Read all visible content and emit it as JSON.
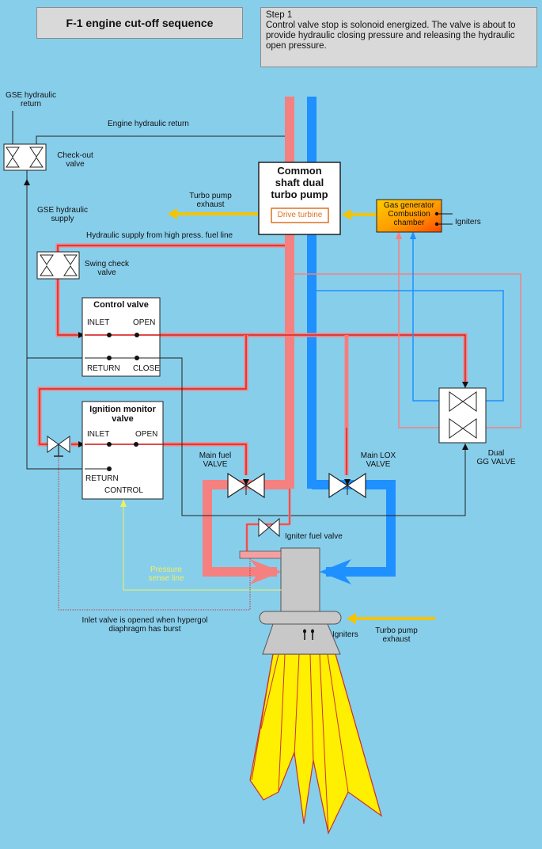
{
  "title": "F-1 engine cut-off sequence",
  "step": {
    "heading": "Step 1",
    "text": "Control valve stop is solonoid energized. The valve is about to provide hydraulic closing pressure and releasing the hydraulic open pressure."
  },
  "turbo_pump": {
    "label_line1": "Common",
    "label_line2": "shaft dual",
    "label_line3": "turbo pump",
    "drive_turbine": "Drive turbine"
  },
  "gas_generator": {
    "line1": "Gas generator",
    "line2": "Combustion",
    "line3": "chamber",
    "igniters": "Igniters"
  },
  "labels": {
    "gse_return_1": "GSE hydraulic",
    "gse_return_2": "return",
    "engine_return": "Engine hydraulic return",
    "checkout_1": "Check-out",
    "checkout_2": "valve",
    "turbo_exhaust_1": "Turbo pump",
    "turbo_exhaust_2": "exhaust",
    "gse_supply_1": "GSE hydraulic",
    "gse_supply_2": "supply",
    "hyd_supply": "Hydraulic supply from high press. fuel line",
    "swing_1": "Swing check",
    "swing_2": "valve",
    "main_fuel_1": "Main fuel",
    "main_fuel_2": "VALVE",
    "main_lox_1": "Main LOX",
    "main_lox_2": "VALVE",
    "dual_gg_1": "Dual",
    "dual_gg_2": "GG VALVE",
    "igniter_fuel": "Igniter fuel valve",
    "pressure_1": "Pressure",
    "pressure_2": "sense line",
    "inlet_note_1": "Inlet valve is opened when hypergol",
    "inlet_note_2": "diaphragm has burst",
    "igniters": "Igniters",
    "turbo_exhaust_b1": "Turbo pump",
    "turbo_exhaust_b2": "exhaust"
  },
  "control_valve": {
    "title": "Control valve",
    "inlet": "INLET",
    "open": "OPEN",
    "return": "RETURN",
    "close": "CLOSE"
  },
  "ignition_monitor": {
    "title_1": "Ignition monitor",
    "title_2": "valve",
    "inlet": "INLET",
    "open": "OPEN",
    "return": "RETURN",
    "control": "CONTROL"
  },
  "colors": {
    "background": "#87ceeb",
    "fuel_line": "#f58080",
    "lox_line": "#1e90ff",
    "hydraulic_supply": "#e02020",
    "exhaust_arrow": "#f5c400",
    "pressure_sense": "#f0f060",
    "flame_outer": "#ffef00",
    "flame_edge": "#c83232"
  }
}
